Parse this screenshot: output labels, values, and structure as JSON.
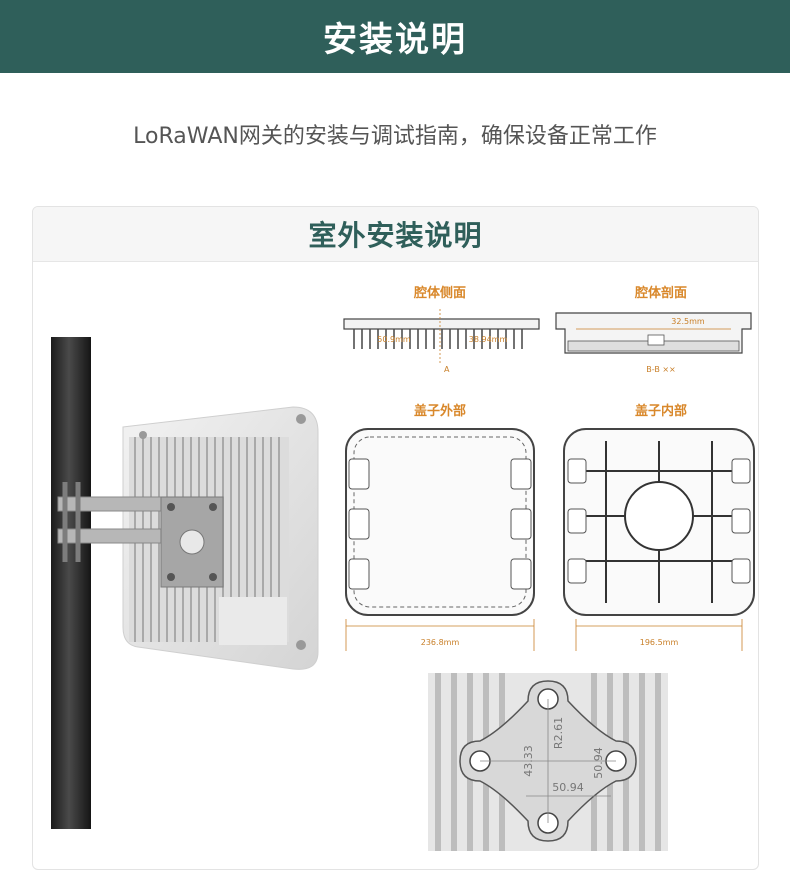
{
  "header": {
    "title": "安装说明"
  },
  "subtitle": "LoRaWAN网关的安装与调试指南，确保设备正常工作",
  "card": {
    "title": "室外安装说明"
  },
  "diagrams": {
    "side_label": "腔体侧面",
    "section_label": "腔体剖面",
    "lid_outer_label": "盖子外部",
    "lid_inner_label": "盖子内部",
    "side_dims": {
      "a": "50.9mm",
      "b": "38.94mm",
      "marker": "A"
    },
    "section_dims": {
      "a": "32.5mm",
      "note": "B-B ××"
    },
    "lid_outer_width": "236.8mm",
    "lid_inner_width": "196.5mm",
    "bracket_dims": {
      "d1": "43.33",
      "radius": "R2.61",
      "d2": "50.94",
      "d3": "50.94"
    }
  }
}
